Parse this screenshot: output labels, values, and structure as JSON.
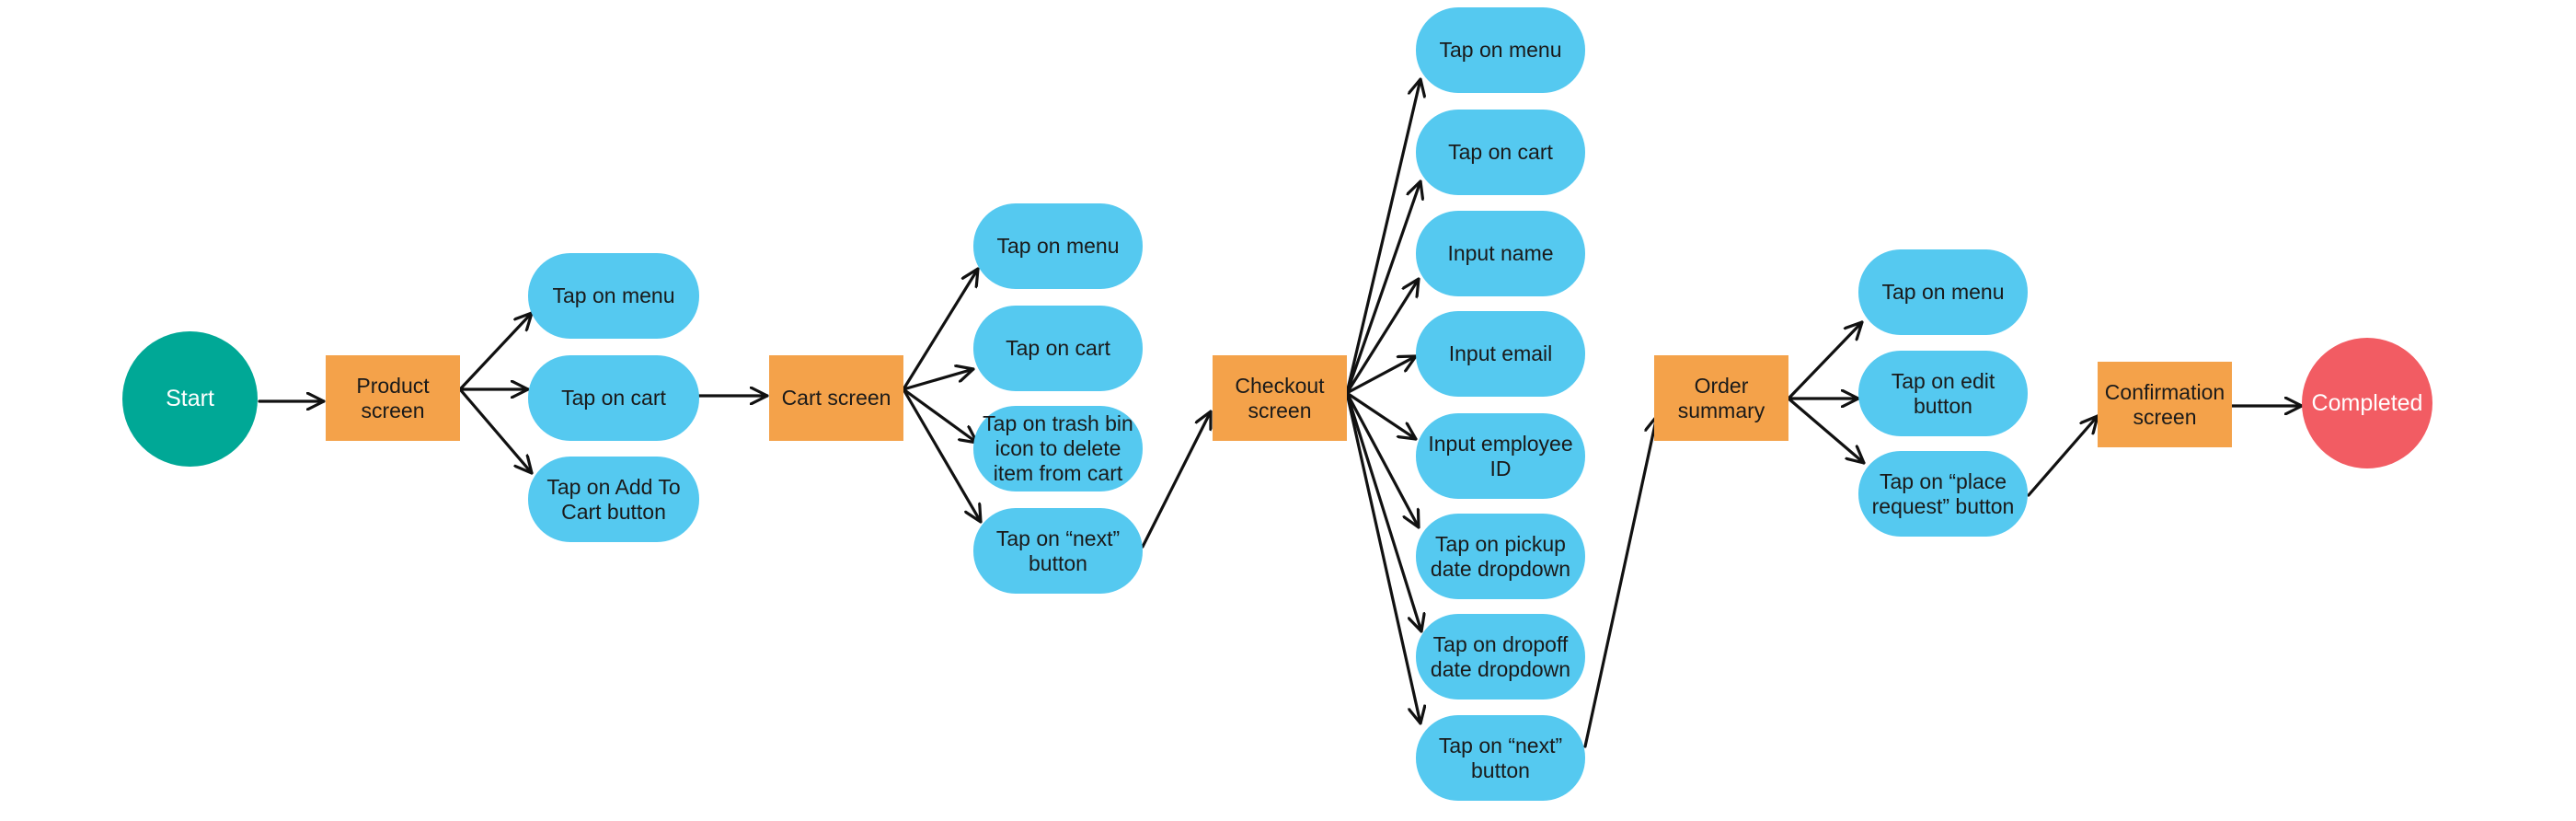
{
  "start": "Start",
  "end": "Completed",
  "screens": {
    "product": "Product screen",
    "cart": "Cart screen",
    "checkout": "Checkout screen",
    "order": "Order summary",
    "confirmation": "Confirmation screen"
  },
  "product_actions": [
    "Tap on menu",
    "Tap on cart",
    "Tap on Add To Cart button"
  ],
  "cart_actions": [
    "Tap on menu",
    "Tap on cart",
    "Tap on trash bin icon to delete item from cart",
    "Tap on “next” button"
  ],
  "checkout_actions": [
    "Tap on menu",
    "Tap on cart",
    "Input name",
    "Input email",
    "Input employee ID",
    "Tap on pickup date dropdown",
    "Tap on dropoff date dropdown",
    "Tap on “next” button"
  ],
  "order_actions": [
    "Tap on menu",
    "Tap on edit button",
    "Tap on “place request” button"
  ],
  "colors": {
    "start": "#00a896",
    "end": "#f25c63",
    "screen": "#f4a24a",
    "action": "#55c9f0",
    "arrow": "#111111"
  }
}
